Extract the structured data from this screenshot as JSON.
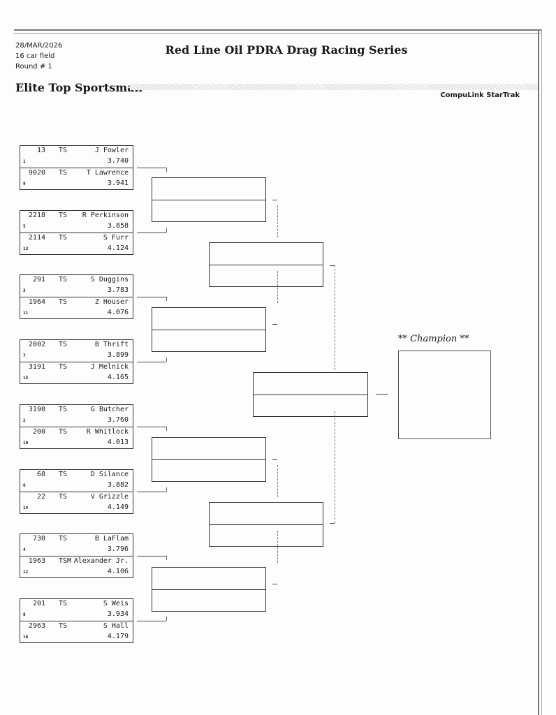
{
  "header": {
    "date": "28/MAR/2026",
    "field": "16 car field",
    "round": "Round # 1",
    "title": "Red Line Oil PDRA Drag Racing Series",
    "class_name": "Elite Top Sportsman",
    "brand": "CompuLink StarTrak"
  },
  "champion_label": "** Champion **",
  "pairs": [
    [
      {
        "num": "13",
        "cls": "TS",
        "name": "J Fowler",
        "et": "3.740",
        "seed": "1"
      },
      {
        "num": "9020",
        "cls": "TS",
        "name": "T Lawrence",
        "et": "3.941",
        "seed": "9"
      }
    ],
    [
      {
        "num": "2218",
        "cls": "TS",
        "name": "R Perkinson",
        "et": "3.858",
        "seed": "5"
      },
      {
        "num": "2114",
        "cls": "TS",
        "name": "S Furr",
        "et": "4.124",
        "seed": "13"
      }
    ],
    [
      {
        "num": "291",
        "cls": "TS",
        "name": "S Duggins",
        "et": "3.783",
        "seed": "3"
      },
      {
        "num": "1964",
        "cls": "TS",
        "name": "Z Houser",
        "et": "4.076",
        "seed": "11"
      }
    ],
    [
      {
        "num": "2002",
        "cls": "TS",
        "name": "B Thrift",
        "et": "3.899",
        "seed": "7"
      },
      {
        "num": "3191",
        "cls": "TS",
        "name": "J Melnick",
        "et": "4.165",
        "seed": "15"
      }
    ],
    [
      {
        "num": "3190",
        "cls": "TS",
        "name": "G Butcher",
        "et": "3.760",
        "seed": "2"
      },
      {
        "num": "200",
        "cls": "TS",
        "name": "R Whitlock",
        "et": "4.013",
        "seed": "10"
      }
    ],
    [
      {
        "num": "68",
        "cls": "TS",
        "name": "D Silance",
        "et": "3.882",
        "seed": "6"
      },
      {
        "num": "22",
        "cls": "TS",
        "name": "V Grizzle",
        "et": "4.149",
        "seed": "14"
      }
    ],
    [
      {
        "num": "730",
        "cls": "TS",
        "name": "B LaFlam",
        "et": "3.796",
        "seed": "4"
      },
      {
        "num": "1963",
        "cls": "TSM",
        "name": "Alexander Jr.",
        "et": "4.106",
        "seed": "12"
      }
    ],
    [
      {
        "num": "201",
        "cls": "TS",
        "name": "S Weis",
        "et": "3.934",
        "seed": "8"
      },
      {
        "num": "2963",
        "cls": "TS",
        "name": "S Hall",
        "et": "4.179",
        "seed": "16"
      }
    ]
  ]
}
